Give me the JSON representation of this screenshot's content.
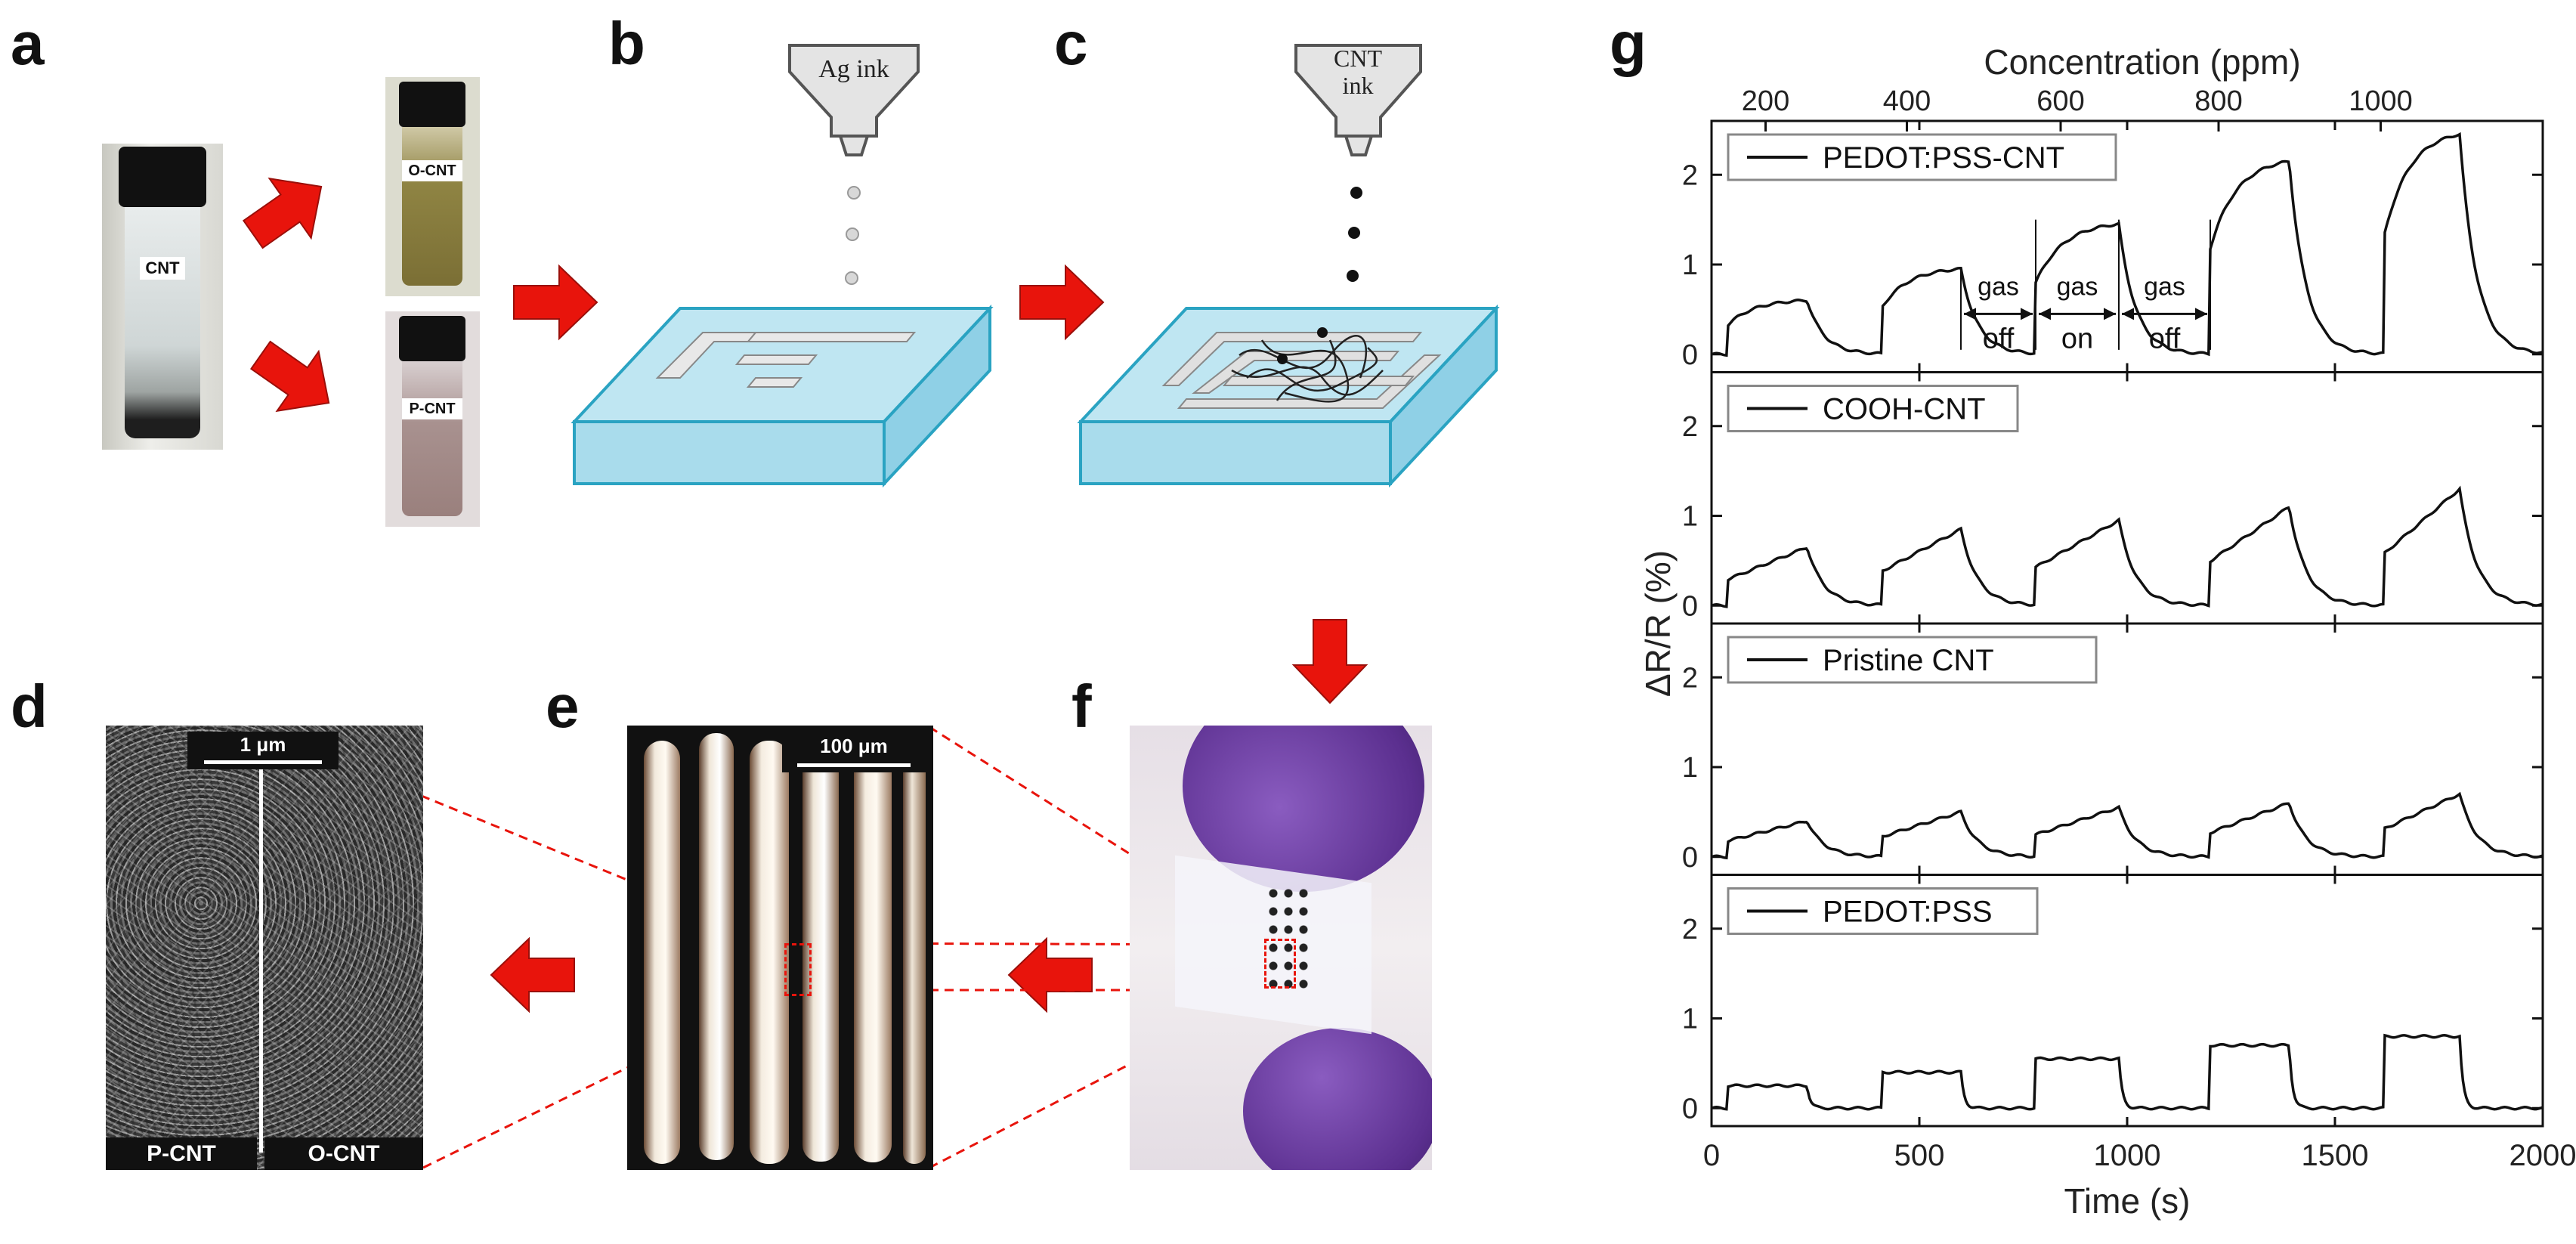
{
  "panels": {
    "a": {
      "letter": "a",
      "vial_main": "CNT",
      "vial_top": "O-CNT",
      "vial_bottom": "P-CNT"
    },
    "b": {
      "letter": "b",
      "ink": "Ag ink"
    },
    "c": {
      "letter": "c",
      "ink_line1": "CNT",
      "ink_line2": "ink"
    },
    "d": {
      "letter": "d",
      "scale": "1 μm",
      "left_label": "P-CNT",
      "right_label": "O-CNT"
    },
    "e": {
      "letter": "e",
      "scale": "100 μm"
    },
    "f": {
      "letter": "f"
    },
    "g": {
      "letter": "g"
    }
  },
  "colors": {
    "arrow": "#e8140c",
    "substrate_top": "#bfe6f2",
    "substrate_side": "#8fd0e6",
    "substrate_edge": "#2aa3c2",
    "glove": "#6b3fa0",
    "dashed": "#e8140c"
  },
  "chart_data": {
    "type": "line",
    "xlabel": "Time (s)",
    "ylabel": "ΔR/R (%)",
    "top_axis_label": "Concentration (ppm)",
    "top_ticks": [
      "200",
      "400",
      "600",
      "800",
      "1000"
    ],
    "top_tick_positions": [
      130,
      470,
      840,
      1220,
      1610
    ],
    "xlim": [
      0,
      2000
    ],
    "x_ticks": [
      "0",
      "500",
      "1000",
      "1500",
      "2000"
    ],
    "x_tick_values": [
      0,
      500,
      1000,
      1500,
      2000
    ],
    "ylim": [
      -0.2,
      2.6
    ],
    "y_ticks": [
      "0",
      "1",
      "2"
    ],
    "y_tick_values": [
      0,
      1,
      2
    ],
    "gas_annotations": [
      {
        "top": "gas",
        "bottom": "off",
        "x_start": 600,
        "x_end": 780
      },
      {
        "top": "gas",
        "bottom": "on",
        "x_start": 780,
        "x_end": 980
      },
      {
        "top": "gas",
        "bottom": "off",
        "x_start": 980,
        "x_end": 1200
      }
    ],
    "cycles": [
      {
        "on": 40,
        "off": 230
      },
      {
        "on": 410,
        "off": 600
      },
      {
        "on": 780,
        "off": 980
      },
      {
        "on": 1200,
        "off": 1390
      },
      {
        "on": 1620,
        "off": 1800
      }
    ],
    "series": [
      {
        "name": "PEDOT:PSS-CNT",
        "peaks": [
          0.6,
          0.95,
          1.45,
          2.15,
          2.45
        ],
        "shape": "exp_sat"
      },
      {
        "name": "COOH-CNT",
        "peaks": [
          0.65,
          0.85,
          0.95,
          1.1,
          1.3
        ],
        "shape": "linear_rise"
      },
      {
        "name": "Pristine CNT",
        "peaks": [
          0.4,
          0.5,
          0.55,
          0.6,
          0.7
        ],
        "shape": "linear_rise"
      },
      {
        "name": "PEDOT:PSS",
        "peaks": [
          0.25,
          0.4,
          0.55,
          0.7,
          0.8
        ],
        "shape": "square"
      }
    ]
  }
}
